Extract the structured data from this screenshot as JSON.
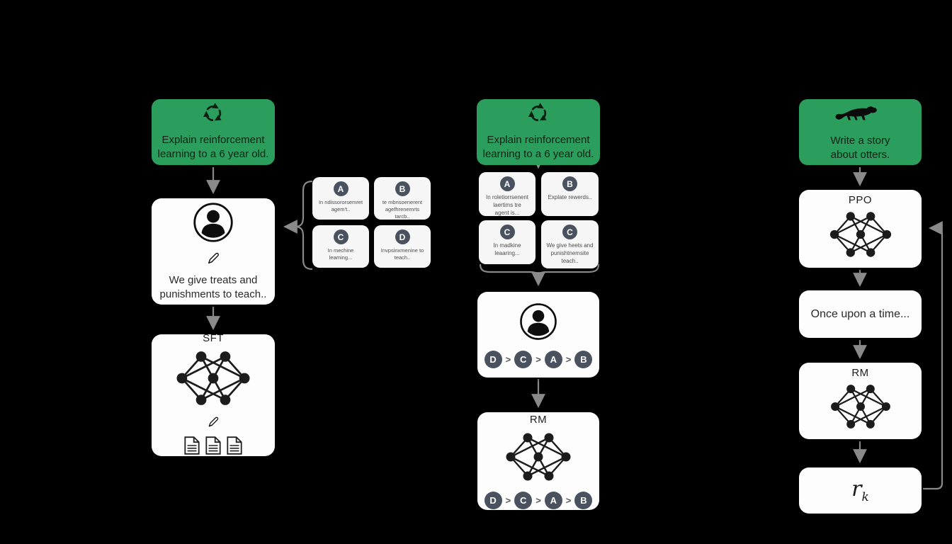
{
  "colors": {
    "background": "#000000",
    "card": "#fdfdfd",
    "green": "#2b9e5d",
    "letter_circle": "#4a5260",
    "arrow": "#8a8a8a"
  },
  "stage1": {
    "prompt": "Explain reinforcement\nlearning to a 6 year old.",
    "labeler_text": "We give treats and\npunishments to teach..",
    "model_label": "SFT",
    "samples": [
      {
        "letter": "A",
        "text": "In ndissororsemret\nagem't.."
      },
      {
        "letter": "B",
        "text": "te mbnsoenerent\nagefhrenemrts\ntarcb.."
      },
      {
        "letter": "C",
        "text": "In mechine\nleaming..."
      },
      {
        "letter": "D",
        "text": "Invpsinxmenine to\nteach.."
      }
    ]
  },
  "stage2": {
    "prompt": "Explain reinforcement\nlearning to a 6 year old.",
    "samples": [
      {
        "letter": "A",
        "text": "In roletiorrsenent\nlaertims tre\nagent is..."
      },
      {
        "letter": "B",
        "text": "Explate rewerds.."
      },
      {
        "letter": "C",
        "text": "In madkine\nleaaring..."
      },
      {
        "letter": "C",
        "text": "We give heets and\npunishtnemsite\nteach.."
      }
    ],
    "ranking": [
      "D",
      "C",
      "A",
      "B"
    ],
    "ranking_sep": ">",
    "rm_label": "RM"
  },
  "stage3": {
    "prompt": "Write a story\nabout otters.",
    "policy_label": "PPO",
    "output_text": "Once upon a time...",
    "rm_label": "RM",
    "reward_base": "r",
    "reward_sub": "k"
  }
}
